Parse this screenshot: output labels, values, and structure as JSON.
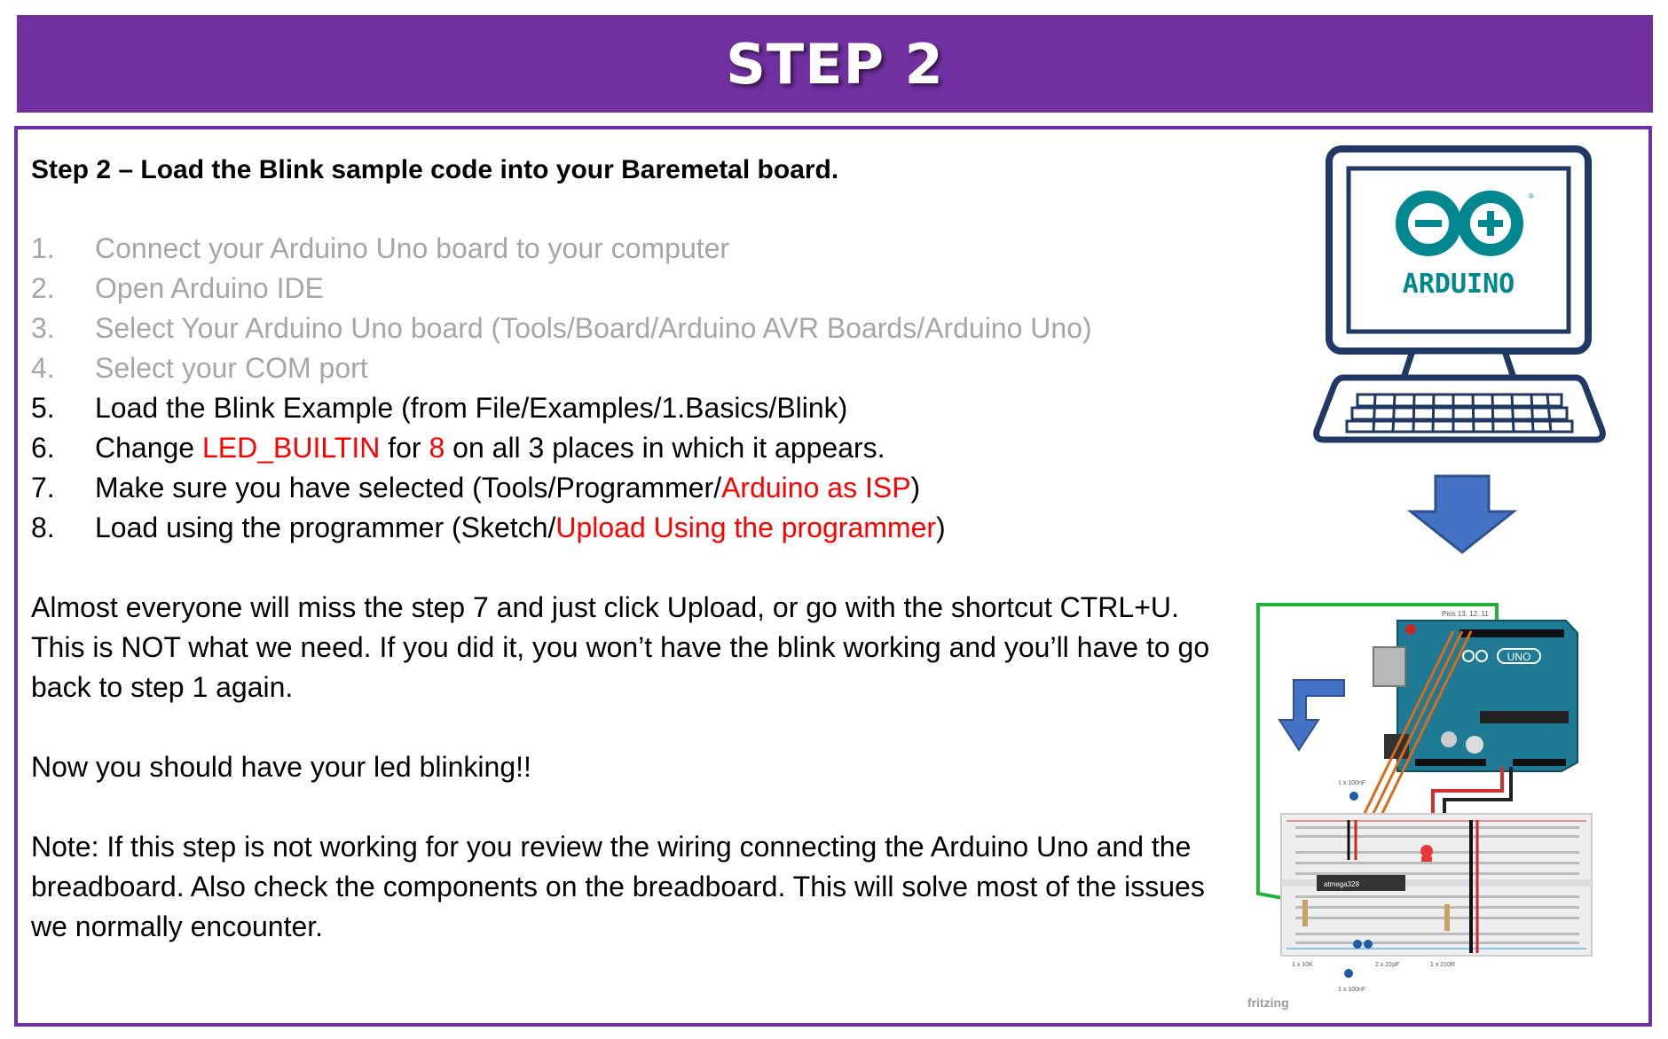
{
  "banner": {
    "title": "STEP 2"
  },
  "heading": "Step 2 – Load the Blink sample code into your Baremetal board.",
  "steps": [
    {
      "num": "1.",
      "text": "Connect your Arduino Uno board to your computer"
    },
    {
      "num": "2.",
      "text": "Open Arduino IDE"
    },
    {
      "num": "3.",
      "text": "Select Your Arduino Uno board (Tools/Board/Arduino AVR Boards/Arduino Uno)"
    },
    {
      "num": "4.",
      "text": "Select your COM port"
    },
    {
      "num": "5.",
      "text": "Load the Blink Example (from File/Examples/1.Basics/Blink)"
    },
    {
      "num": "6.",
      "a": "Change ",
      "b": "LED_BUILTIN",
      "c": " for ",
      "d": "8",
      "e": " on all 3 places in which it appears."
    },
    {
      "num": "7.",
      "a": "Make sure you have selected (Tools/Programmer/",
      "b": "Arduino as ISP",
      "c": ")"
    },
    {
      "num": "8.",
      "a": "Load using the programmer (Sketch/",
      "b": "Upload Using the programmer",
      "c": ")"
    }
  ],
  "paragraphs": [
    "Almost everyone will miss the step 7 and just click Upload, or go with the shortcut CTRL+U. This is NOT what we need. If you did it, you won’t have the blink working and you’ll have to go back to step 1 again.",
    "Now you should have your led blinking!!",
    "Note: If this step is not working for you review the wiring connecting the Arduino Uno and the breadboard. Also check the components on the breadboard. This will solve most of the issues we normally encounter."
  ],
  "computer_logo": {
    "brand": "ARDUINO",
    "icon": "arduino-infinity-logo"
  },
  "breadboard": {
    "pins_label": "Pins 13, 12, 11",
    "chip_label": "atmega328",
    "board_label": "UNO",
    "cap_top": "1 x 100nF",
    "cap_bottom": "1 x 100nF",
    "res_left": "1 x 10K",
    "crystal_caps": "2 x 22pF",
    "res_right": "1 x 220R",
    "watermark": "fritzing"
  },
  "colors": {
    "banner": "#7030a0",
    "accent_red": "#ff0000",
    "muted": "#a6a6a6",
    "arrow": "#4472c4"
  }
}
